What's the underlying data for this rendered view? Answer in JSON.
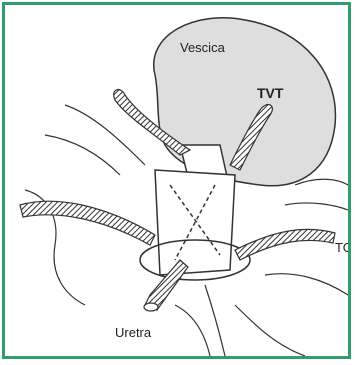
{
  "figure": {
    "labels": {
      "vescica": "Vescica",
      "tvt": "TVT",
      "to": "TO",
      "uretra": "Uretra"
    },
    "colors": {
      "frame": "#2e9e6a",
      "bladder_fill": "#dedede",
      "ink": "#222222"
    }
  }
}
